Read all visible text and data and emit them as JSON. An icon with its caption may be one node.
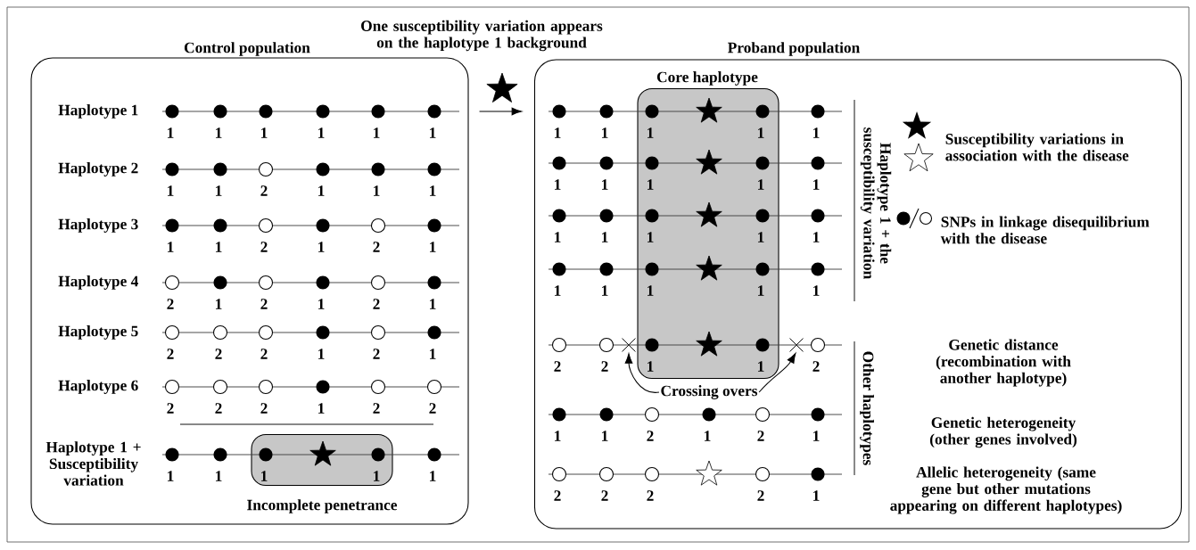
{
  "diagram": {
    "nodes": [
      {
        "text": [
          "Control population"
        ]
      },
      {
        "text": [
          "Proband population"
        ]
      },
      {
        "text": [
          "Core haplotype"
        ],
        "in": 1
      },
      {
        "text": [
          "Incomplete penetrance"
        ],
        "in": 0
      },
      {
        "text": [
          "Crossing overs"
        ],
        "in": 1
      },
      {
        "text": [],
        "shape": "cross",
        "in": 1
      },
      {
        "text": [],
        "shape": "cross",
        "in": 1
      }
    ],
    "edges": [
      {
        "from": 0,
        "to": 1,
        "arrow": "to",
        "label": "One susceptibility variation appears on the haplotype 1 background"
      },
      {
        "from": 4,
        "to": 5,
        "arrow": "to"
      },
      {
        "from": 4,
        "to": 6,
        "arrow": "to"
      }
    ],
    "labels": [
      "Haplotype 1",
      "1",
      "1",
      "1",
      "1",
      "1",
      "1",
      "Haplotype 2",
      "1",
      "1",
      "2",
      "1",
      "1",
      "1",
      "Haplotype 3",
      "1",
      "1",
      "2",
      "1",
      "2",
      "1",
      "Haplotype 4",
      "2",
      "1",
      "2",
      "1",
      "2",
      "1",
      "Haplotype 5",
      "2",
      "2",
      "2",
      "1",
      "2",
      "1",
      "Haplotype 6",
      "2",
      "2",
      "2",
      "1",
      "2",
      "2",
      "Haplotype 1 + Susceptibility variation",
      "1",
      "1",
      "1",
      "1",
      "1",
      "1",
      "1",
      "1",
      "1",
      "1",
      "1",
      "1",
      "1",
      "1",
      "1",
      "1",
      "1",
      "1",
      "1",
      "1",
      "1",
      "1",
      "1",
      "1",
      "1",
      "2",
      "2",
      "1",
      "1",
      "2",
      "1",
      "1",
      "2",
      "1",
      "2",
      "1",
      "2",
      "2",
      "2",
      "2",
      "1",
      "Haplotype 1 + the susceptibility variation",
      "Other haplotypes",
      "Genetic distance (recombination with another haplotype)",
      "Genetic heterogeneity (other genes involved)",
      "Allelic heterogeneity (same gene but other mutations appearing on different haplotypes)"
    ],
    "legend": [
      {
        "text": "Susceptibility variations in association with the disease"
      },
      {
        "text": "SNPs in linkage disequilibrium with the disease"
      }
    ]
  }
}
